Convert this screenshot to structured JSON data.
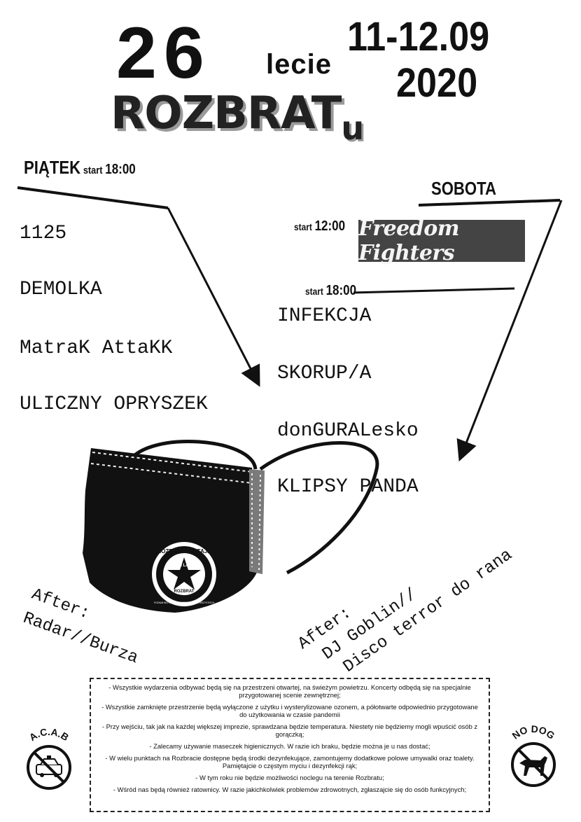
{
  "header": {
    "number": "26",
    "lecie": "lecie",
    "dates": "11-12.09",
    "year": "2020",
    "name_main": "ROZBRAT",
    "name_suffix": "u"
  },
  "friday": {
    "label": "PIĄTEK",
    "start_prefix": "start",
    "start_time": "18:00",
    "bands": [
      "1125",
      "DEMOLKA",
      "MatraK AttaKK",
      "ULICZNY OPRYSZEK"
    ],
    "after": [
      "After:",
      "Radar//Burza"
    ]
  },
  "saturday": {
    "label": "SOBOTA",
    "start_prefix": "start",
    "start_time_1": "12:00",
    "headliner": "Freedom Fighters",
    "start_time_2": "18:00",
    "bands": [
      "INFEKCJA",
      "SKORUP/A",
      "donGURALesko",
      "KLIPSY PANDA"
    ],
    "after": [
      "After:",
      "DJ Goblin//",
      "Disco terror do rana"
    ]
  },
  "mask_logo": {
    "top_text": "ROZBRAT ZOSTAJE",
    "years": "25 LAT",
    "bottom_text": "ROZBRAT",
    "ring_text": "POZNAŃ BEZ EKSMISJI, WSZYSTKO I DLA WSZYSTKICH"
  },
  "signs": {
    "left_label": "A.C.A.B",
    "right_label": "NO DOG"
  },
  "rules": [
    "- Wszystkie wydarzenia odbywać będą się na przestrzeni otwartej, na świeżym powietrzu. Koncerty odbędą się na specjalnie przygotowanej scenie zewnętrznej;",
    "- Wszystkie zamknięte przestrzenie będą wyłączone z użytku i wysterylizowane ozonem, a półotwarte odpowiednio przygotowane do użytkowania w czasie pandemii",
    "- Przy wejściu, tak jak na każdej większej imprezie, sprawdzana będzie temperatura. Niestety nie będziemy mogli wpuścić osób z gorączką;",
    "- Zalecamy używanie maseczek higienicznych. W razie ich braku, będzie można je u nas dostać;",
    "- W wielu punktach na Rozbracie dostępne będą środki dezynfekujące, zamontujemy dodatkowe polowe umywalki oraz toalety. Pamiętajcie o częstym myciu i dezynfekcji rąk;",
    "- W tym roku nie będzie możliwości noclegu na terenie Rozbratu;",
    "- Wśród nas będą również ratownicy. W razie jakichkolwiek problemów zdrowotnych, zgłaszajcie się do osób funkcyjnych;"
  ]
}
